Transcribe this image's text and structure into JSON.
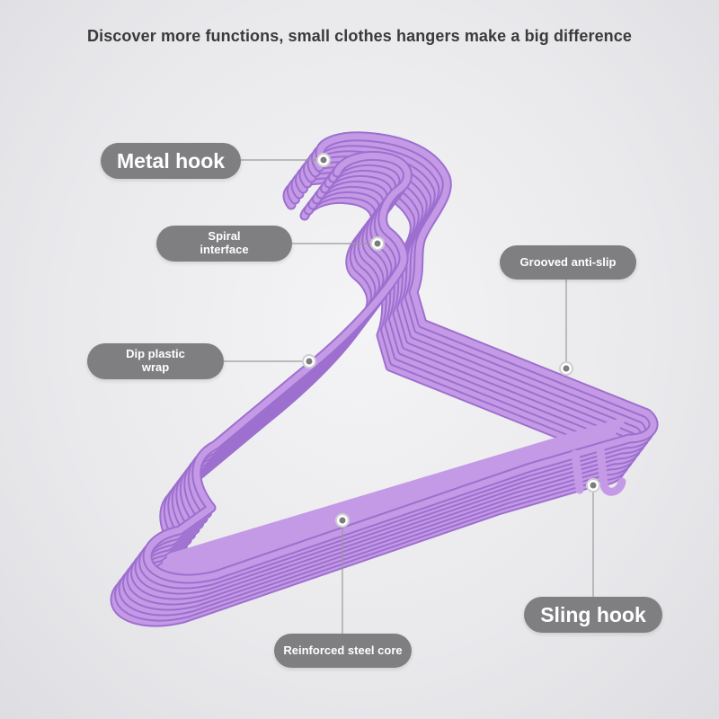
{
  "headline": "Discover more functions, small clothes hangers make a big difference",
  "labels": {
    "metal_hook": "Metal hook",
    "spiral_interface": "Spiral\ninterface",
    "grooved_anti_slip": "Grooved anti-slip",
    "dip_plastic_wrap": "Dip plastic\nwrap",
    "reinforced_steel_core": "Reinforced steel core",
    "sling_hook": "Sling hook"
  },
  "colors": {
    "hanger": "#c49ae6",
    "hanger_shadow": "#9d6fcf",
    "label_bg": "#7f7f82",
    "leader_line": "#9a9a9c"
  }
}
